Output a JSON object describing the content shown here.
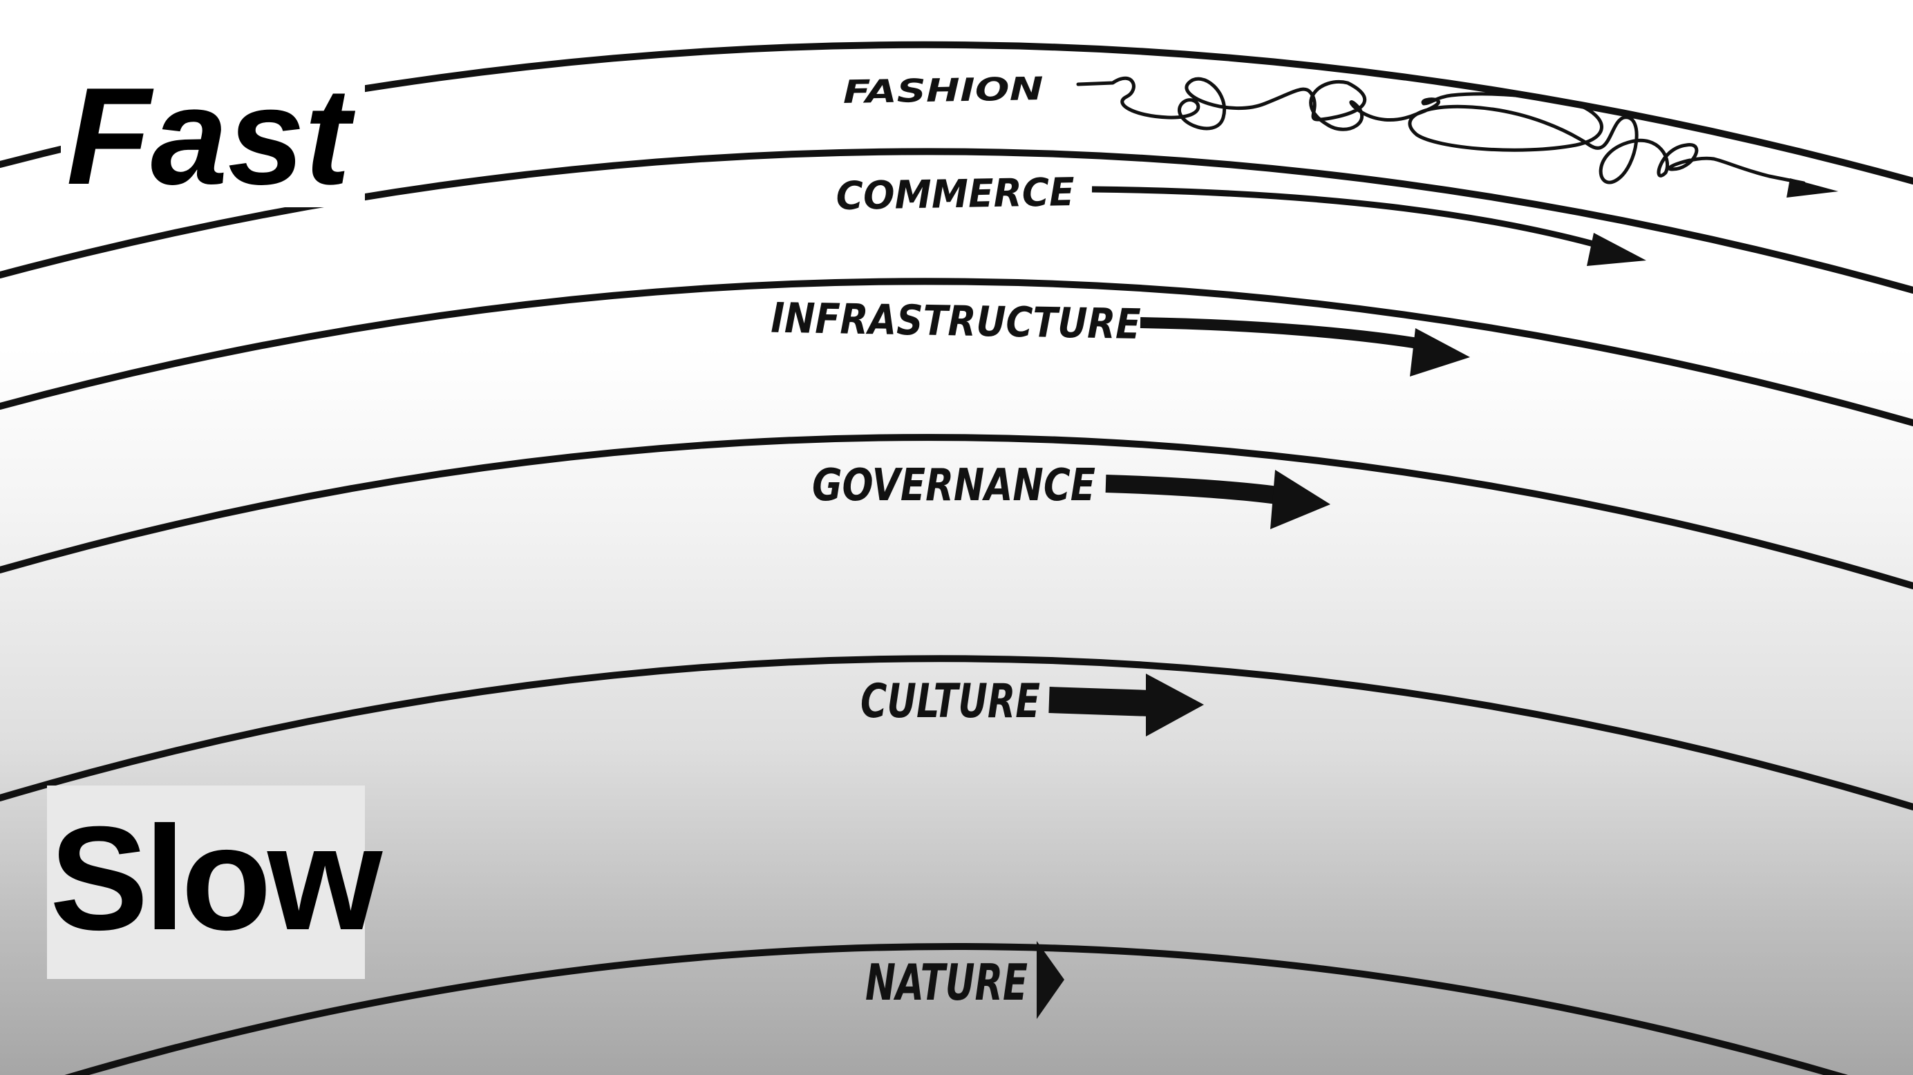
{
  "layers": [
    {
      "label": "FASHION",
      "arrow_style": "tangled"
    },
    {
      "label": "COMMERCE",
      "arrow_style": "thin"
    },
    {
      "label": "INFRASTRUCTURE",
      "arrow_style": "medium"
    },
    {
      "label": "GOVERNANCE",
      "arrow_style": "thick"
    },
    {
      "label": "CULTURE",
      "arrow_style": "thicker"
    },
    {
      "label": "NATURE",
      "arrow_style": "arrowhead-only"
    }
  ],
  "axis": {
    "fast_label": "Fast",
    "slow_label": "Slow"
  },
  "colors": {
    "ink": "#111111",
    "background_top": "#ffffff",
    "background_bottom": "#a6a6a6"
  }
}
